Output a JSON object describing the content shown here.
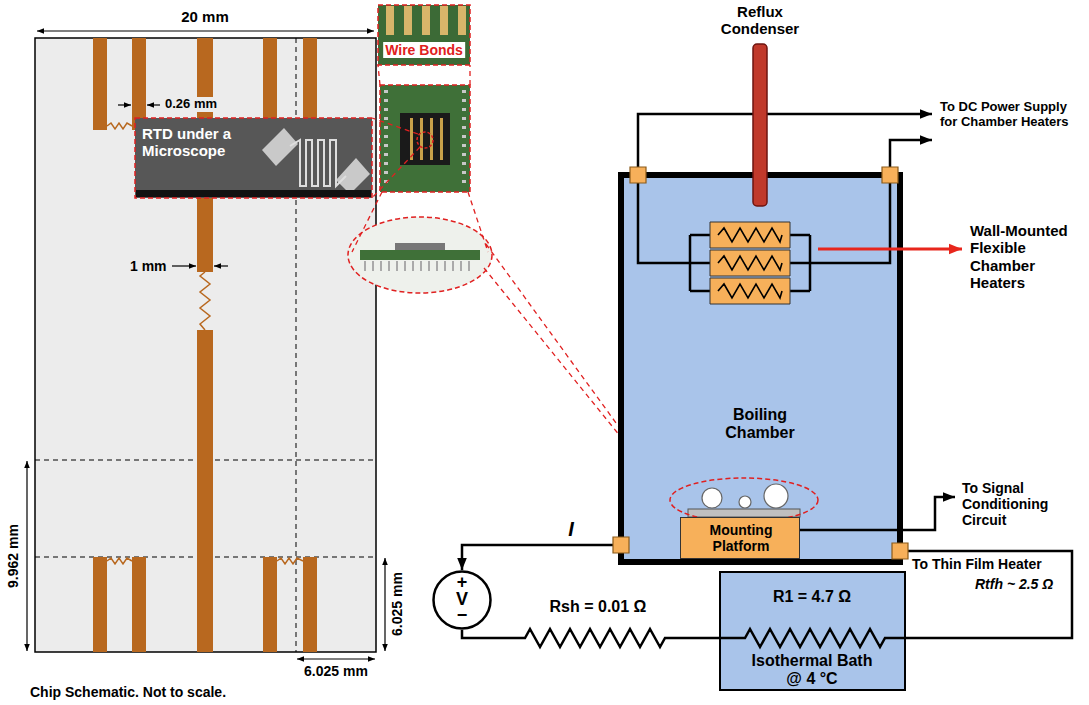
{
  "diagram": {
    "nodes": [
      {
        "text": [
          "Boiling Chamber"
        ]
      },
      {
        "text": [
          "Mounting Platform"
        ],
        "in": 0
      },
      {
        "text": [
          "+",
          "V",
          "−"
        ]
      },
      {
        "text": [
          "Isothermal Bath @ 4 °C"
        ]
      }
    ],
    "edges": [
      {
        "from": 1,
        "to": 2,
        "label": "I",
        "arrow": "to"
      },
      {
        "from": 2,
        "to": 3,
        "arrow": "none"
      },
      {
        "from": 3,
        "to": 1,
        "arrow": "to"
      }
    ],
    "labels": [
      "Reflux Condenser",
      "To DC Power Supply for Chamber Heaters",
      "Wall-Mounted Flexible Chamber Heaters",
      "To Signal Conditioning Circuit",
      "To Thin Film Heater",
      "Rtfh ~ 2.5 Ω",
      "Rsh = 0.01 Ω",
      "R1 = 4.7 Ω",
      "RTD under a Microscope",
      "Wire Bonds",
      "20 mm",
      "0.26 mm",
      "1 mm",
      "9.962 mm",
      "6.025 mm",
      "6.025 mm",
      "Chip Schematic. Not to scale."
    ]
  }
}
